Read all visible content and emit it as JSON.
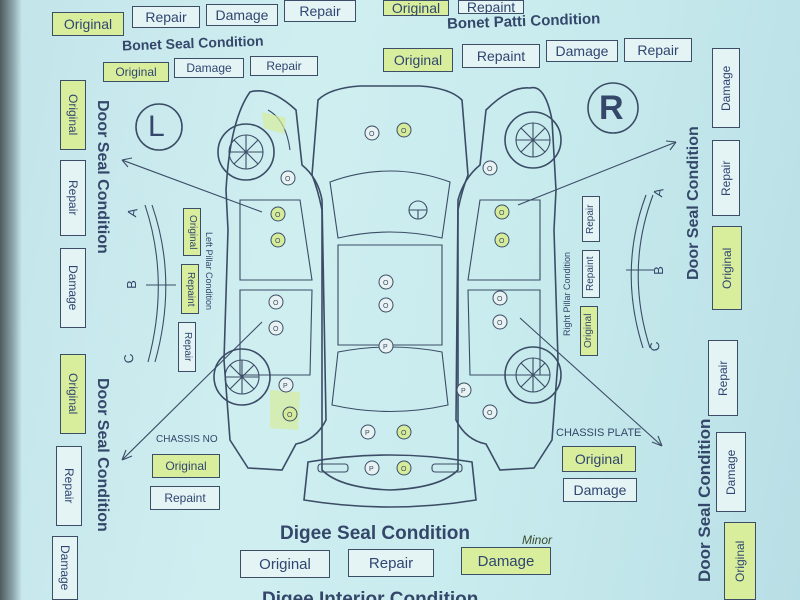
{
  "header_row": {
    "left": [
      "Original",
      "Repair",
      "Damage",
      "Repair"
    ],
    "right": [
      "Original",
      "Repaint"
    ]
  },
  "bonet_seal": {
    "title": "Bonet Seal Condition",
    "options": [
      "Original",
      "Damage",
      "Repair"
    ]
  },
  "bonet_patti": {
    "title": "Bonet Patti Condition",
    "options": [
      "Original",
      "Repaint",
      "Damage",
      "Repair"
    ]
  },
  "side_markers": {
    "left": "L",
    "right": "R"
  },
  "door_seal_left_top": {
    "title": "Door Seal Condition",
    "options": [
      "Original",
      "Repair",
      "Damage"
    ]
  },
  "door_seal_left_bottom": {
    "title": "Door Seal Condition",
    "options": [
      "Original",
      "Repair",
      "Damage"
    ]
  },
  "door_seal_right_top": {
    "title": "Door Seal Condition",
    "options": [
      "Original",
      "Repair",
      "Damage"
    ]
  },
  "door_seal_right_bottom": {
    "title": "Door Seal Condition",
    "options": [
      "Original",
      "Damage",
      "Repair"
    ]
  },
  "pillar_letters": {
    "a": "A",
    "b": "B",
    "c": "C"
  },
  "left_pillar": {
    "title": "Left Pillar Condition",
    "options": [
      "Original",
      "Repaint",
      "Repair"
    ]
  },
  "right_pillar": {
    "title": "Right Pillar Condition",
    "options": [
      "Original",
      "Repaint",
      "Repair"
    ]
  },
  "chassis_no": {
    "title": "CHASSIS NO",
    "options": [
      "Original",
      "Repaint"
    ]
  },
  "chassis_plate": {
    "title": "CHASSIS PLATE",
    "options": [
      "Original",
      "Damage"
    ]
  },
  "digee_seal": {
    "title": "Digee Seal Condition",
    "options": [
      "Original",
      "Repair",
      "Damage"
    ],
    "note": "Minor"
  },
  "digee_interior": {
    "title": "Digee Interior Condition"
  },
  "marker_letters": {
    "original": "O",
    "paint": "P"
  },
  "colors": {
    "paper": "#c9ecee",
    "ink": "#3b4c66",
    "highlight": "#d9ee9c"
  }
}
